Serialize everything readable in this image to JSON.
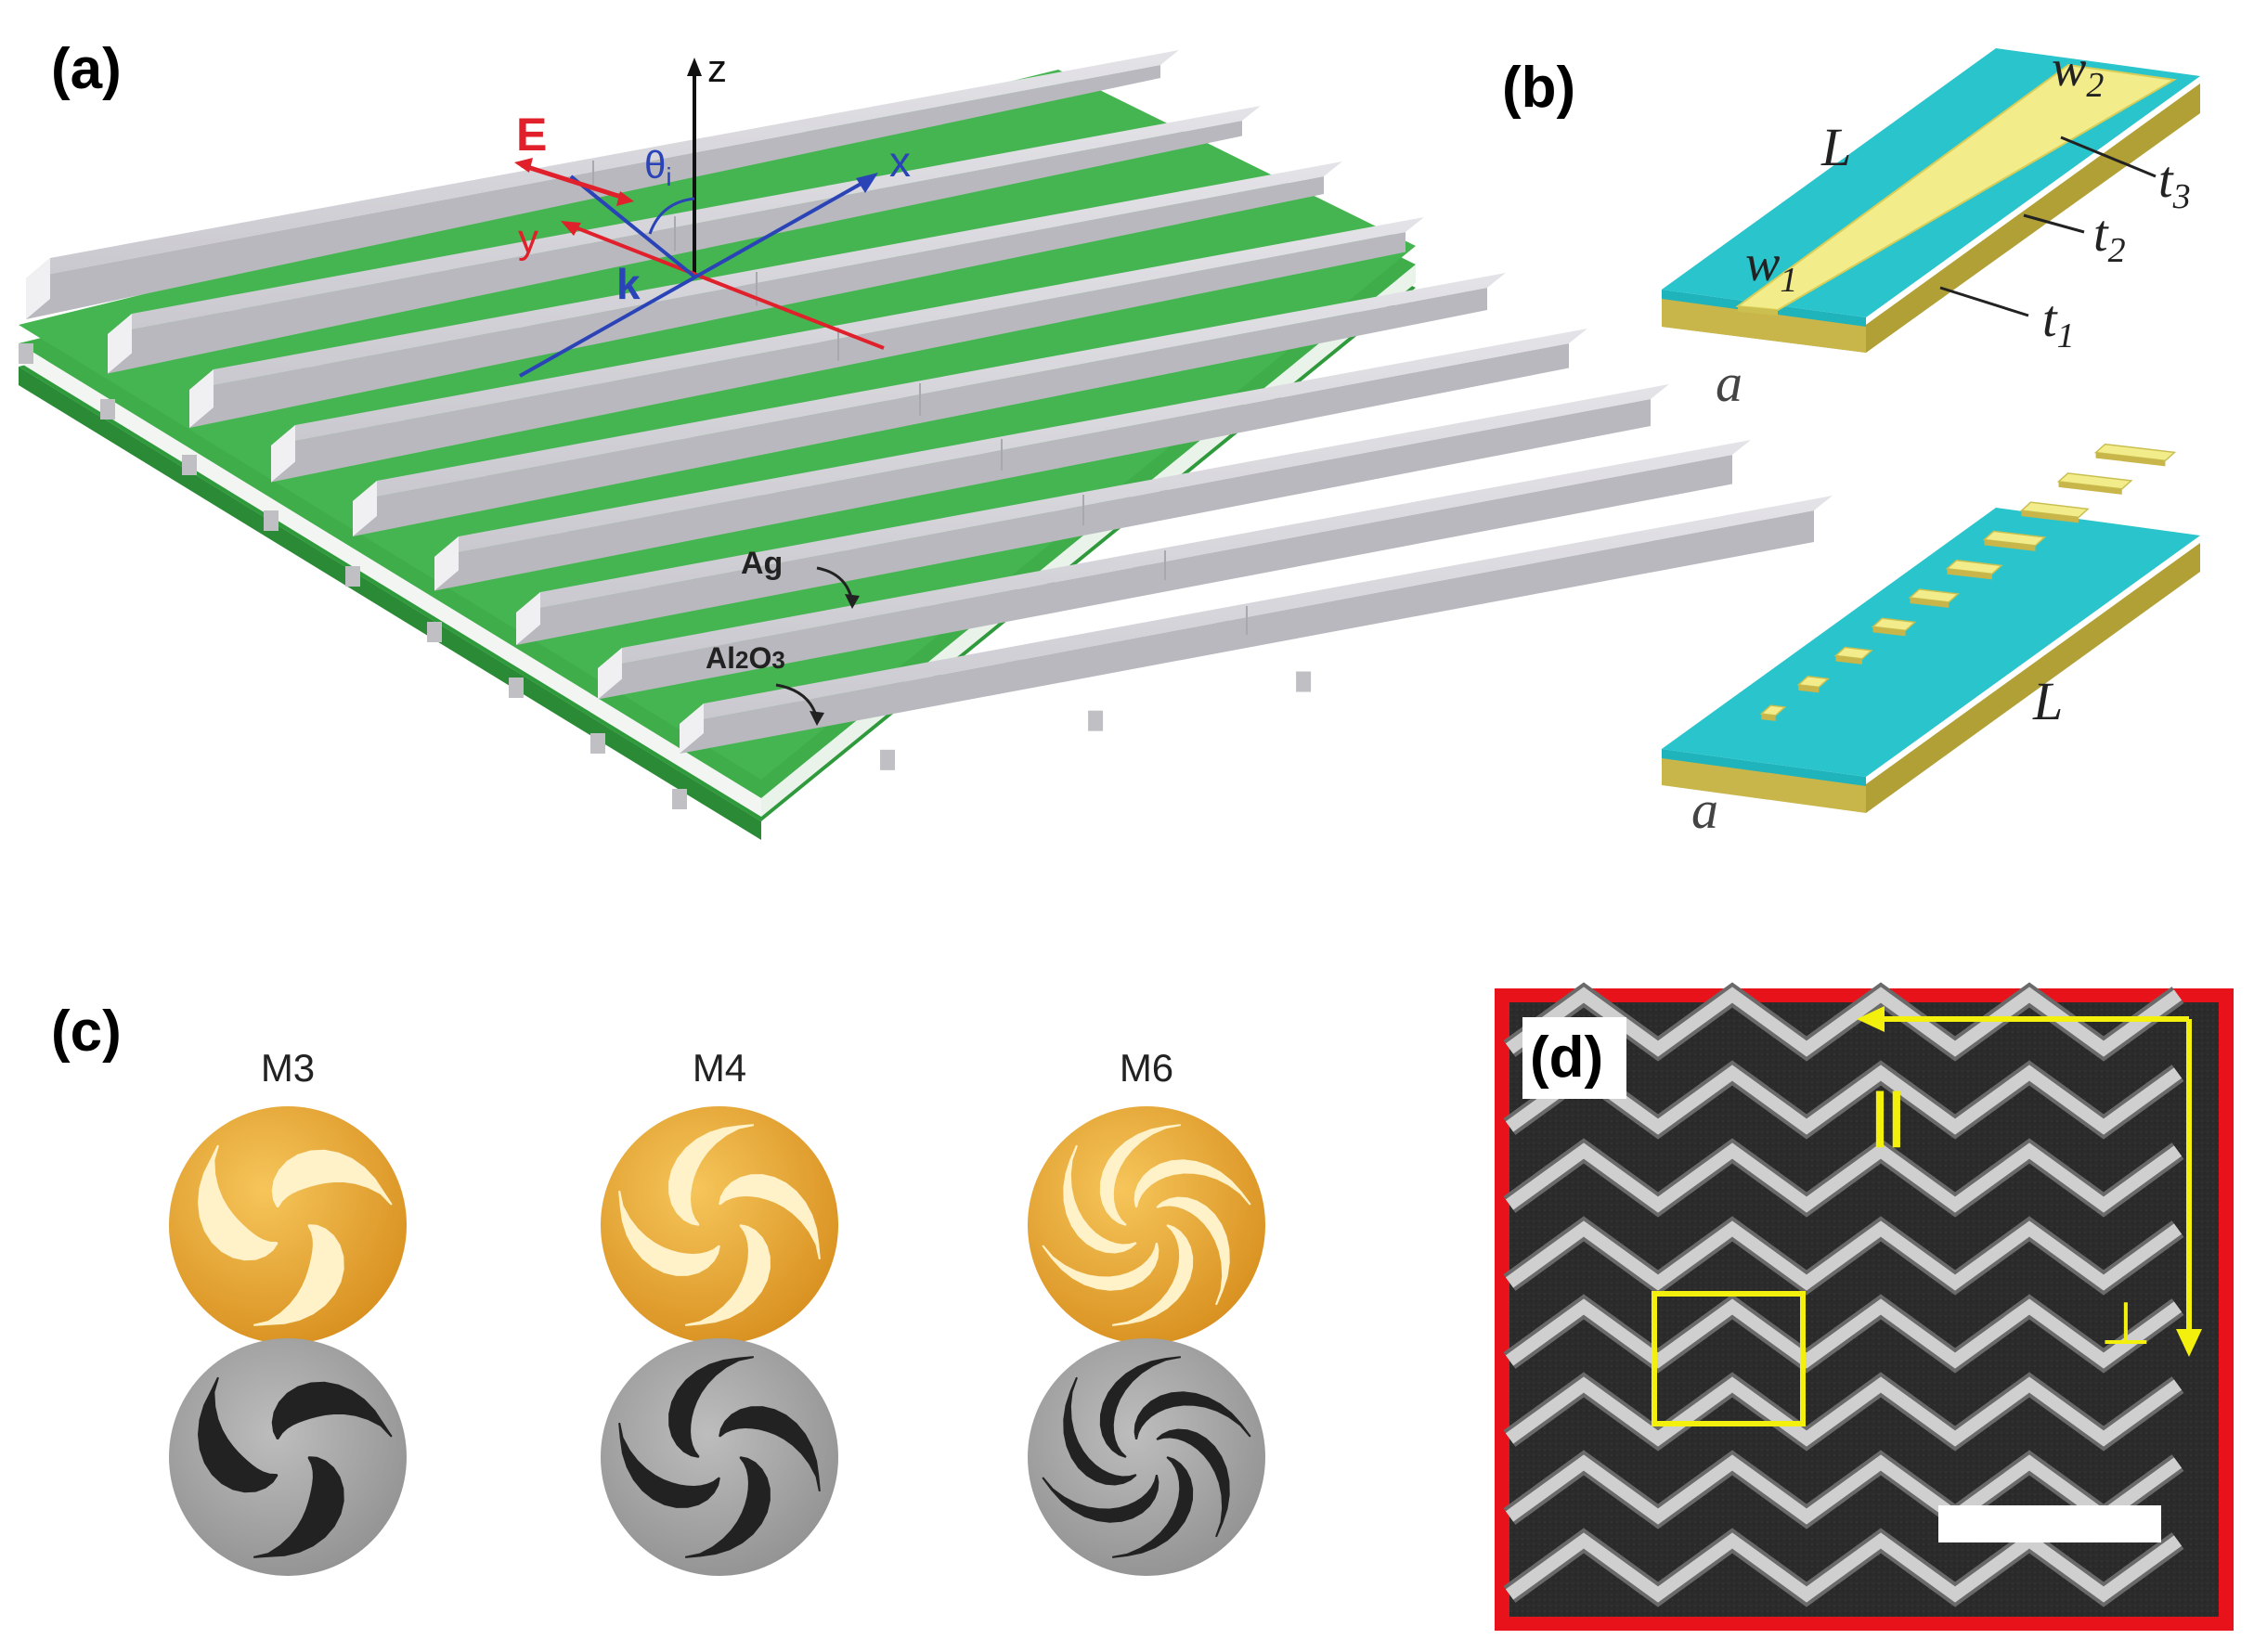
{
  "panels": {
    "a": {
      "label": "(a)",
      "axes": {
        "z": "z",
        "x": "x",
        "y": "y",
        "E": "E",
        "k": "k",
        "theta": "θ",
        "theta_sub": "i"
      },
      "materials": {
        "ag": "Ag",
        "al2o3_main": "Al",
        "al2o3_sub2": "2",
        "al2o3_O": "O",
        "al2o3_sub3": "3"
      }
    },
    "b": {
      "label": "(b)",
      "top": {
        "L": "L",
        "w1": "w",
        "w1_sub": "1",
        "w2": "w",
        "w2_sub": "2",
        "t1": "t",
        "t1_sub": "1",
        "t2": "t",
        "t2_sub": "2",
        "t3": "t",
        "t3_sub": "3",
        "a": "a"
      },
      "bottom": {
        "L": "L",
        "a": "a"
      }
    },
    "c": {
      "label": "(c)",
      "items": [
        {
          "name": "M3",
          "arms": 3
        },
        {
          "name": "M4",
          "arms": 4
        },
        {
          "name": "M6",
          "arms": 6
        }
      ]
    },
    "d": {
      "label": "(d)",
      "parallel_symbol": "||",
      "perp_symbol": "⊥"
    }
  },
  "colors": {
    "substrate_green": "#3fae4a",
    "bar_grey": "#d7d6dc",
    "axis_red": "#e0202a",
    "axis_blue": "#2a44b8",
    "cyan_layer": "#29c4cc",
    "gold_layer": "#c9b64a",
    "pale_yellow": "#f2ec8a",
    "disk_gold": "#e7a233",
    "sem_grey": "#a8a8a8",
    "frame_red": "#e8131a",
    "annot_yellow": "#f2f00c"
  }
}
